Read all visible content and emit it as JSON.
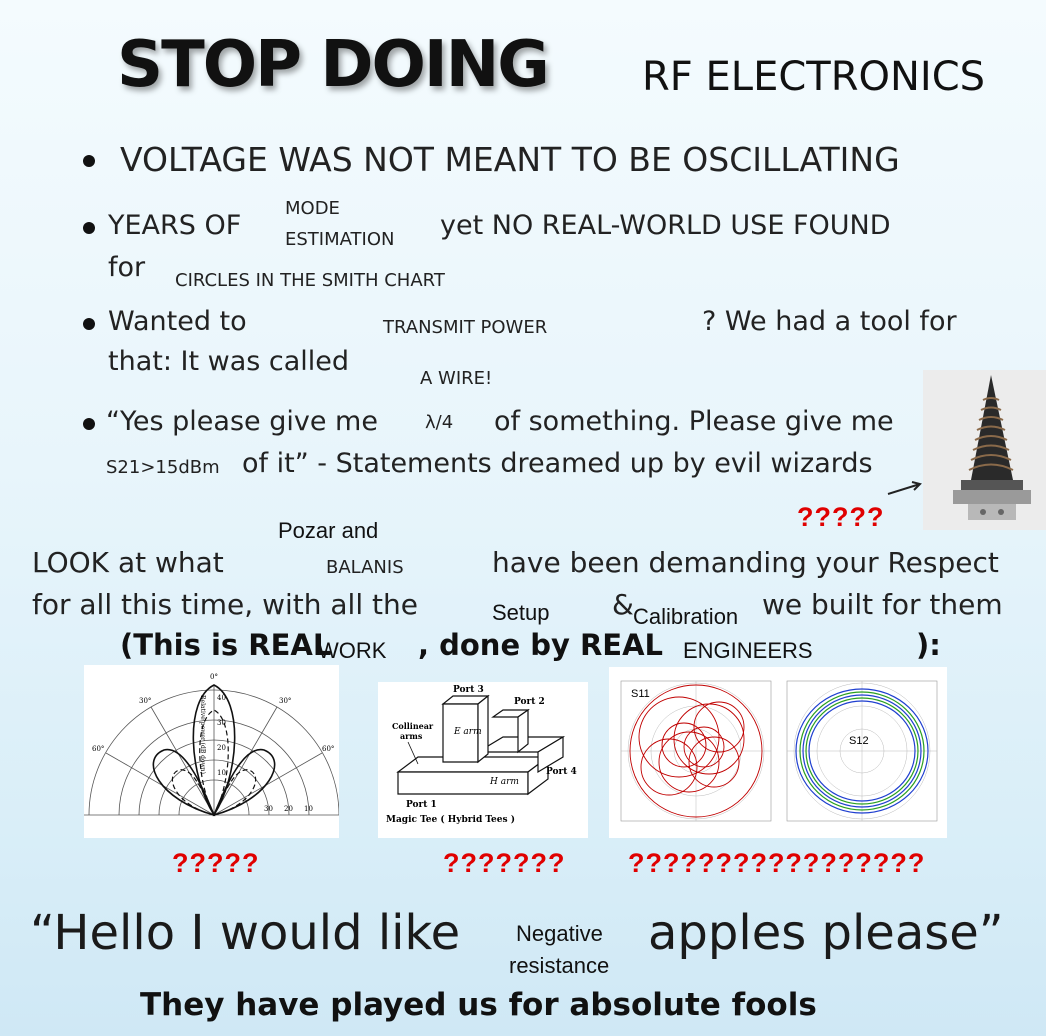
{
  "title": {
    "big": "STOP DOING",
    "small": "RF ELECTRONICS"
  },
  "bullets": {
    "b1": "VOLTAGE WAS NOT MEANT TO BE OSCILLATING",
    "b2_a": "YEARS OF",
    "b2_mode": "MODE",
    "b2_est": "ESTIMATION",
    "b2_b": "yet NO REAL-WORLD USE FOUND",
    "b2_for": "for",
    "b2_circles": "CIRCLES IN THE SMITH CHART",
    "b3_a": "Wanted to",
    "b3_tx": "TRANSMIT POWER",
    "b3_b": "? We had a tool for",
    "b3_c": "that: It was called",
    "b3_wire": "A WIRE!",
    "b4_a": "“Yes please give me",
    "b4_lambda": "λ/4",
    "b4_b": "of something. Please give me",
    "b4_s21": "S21>15dBm",
    "b4_c": "of it” - Statements dreamed up by evil wizards"
  },
  "question_top": "?????",
  "look": {
    "pozar": "Pozar and",
    "balanis": "BALANIS",
    "a": "LOOK at what",
    "b": "have been demanding your Respect",
    "c": "for all this time, with all the",
    "setup": "Setup",
    "amp": "&",
    "calib": "Calibration",
    "d": "we built for them",
    "e": "(This is REAL",
    "work": "WORK",
    "f": ", done by REAL",
    "engineers": "ENGINEERS",
    "g": "):"
  },
  "images": {
    "polar": {
      "ticks": [
        "0°",
        "30°",
        "30°",
        "60°",
        "60°",
        "30",
        "20",
        "10",
        "30",
        "20",
        "10",
        "40"
      ],
      "ylabel": "Relative power (dB down)"
    },
    "tee": {
      "port1": "Port 1",
      "port2": "Port 2",
      "port3": "Port 3",
      "port4": "Port 4",
      "earm": "E arm",
      "harm": "H arm",
      "collinear": "Collinear",
      "arms": "arms",
      "caption": "Magic Tee ( Hybrid Tees )"
    },
    "smith": {
      "s11": "S11",
      "s12": "S12"
    }
  },
  "questions": {
    "q1": "?????",
    "q2": "???????",
    "q3": "?????????????????"
  },
  "quote": {
    "a": "“Hello I would like",
    "neg1": "Negative",
    "neg2": "resistance",
    "b": "apples please”"
  },
  "fools": "They have played us for absolute fools",
  "colors": {
    "question": "#e00000",
    "bg_top": "#f4fbfe",
    "bg_bottom": "#cfe8f5",
    "smith_red": "#c00000",
    "smith_blue": "#1f3fd0",
    "smith_green": "#2aa020"
  }
}
